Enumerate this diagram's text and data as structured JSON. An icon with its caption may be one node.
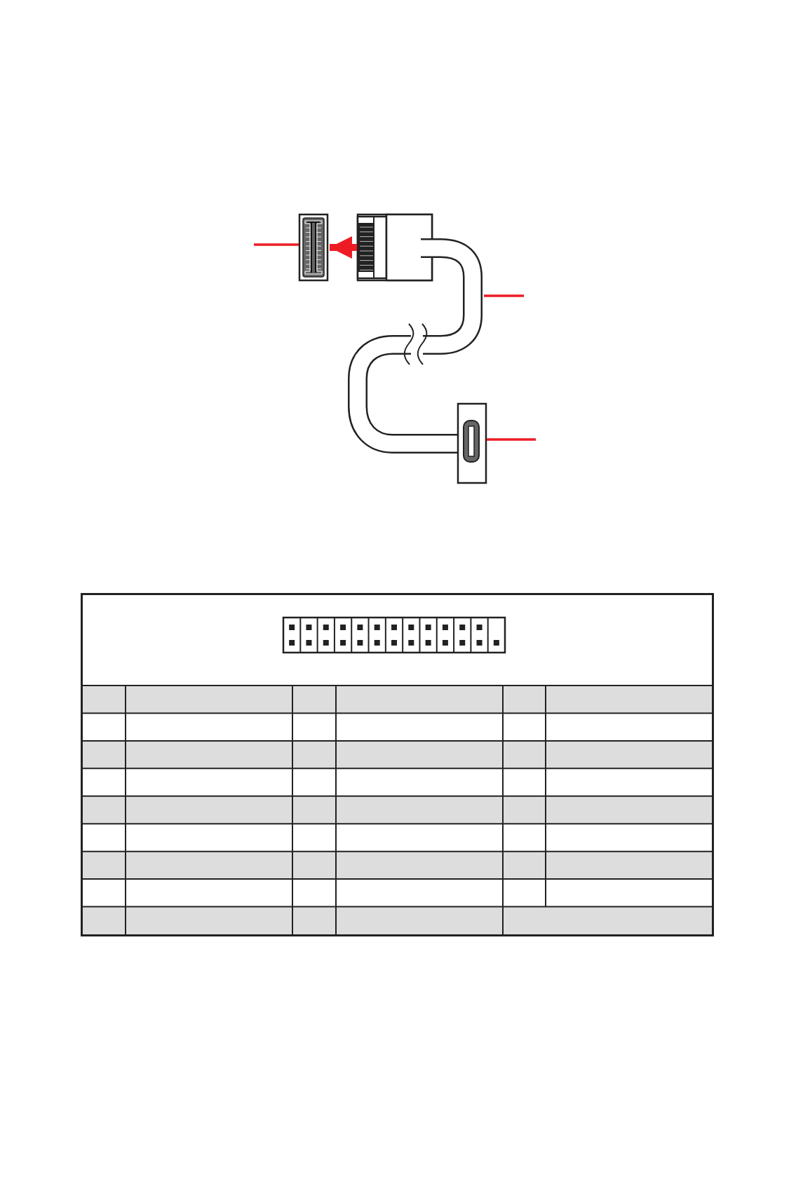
{
  "diagram": {
    "nodes": [
      {
        "text": [],
        "shape": "box"
      },
      {
        "text": [],
        "shape": "box"
      },
      {
        "text": [],
        "shape": "cable"
      },
      {
        "text": [],
        "shape": "box"
      }
    ],
    "edges": [
      {
        "from": null,
        "to": 0,
        "arrow": "none"
      },
      {
        "from": 1,
        "to": 0,
        "arrow": "to",
        "style": "thick"
      },
      {
        "from": null,
        "to": 2,
        "arrow": "none"
      },
      {
        "from": null,
        "to": 3,
        "arrow": "none"
      }
    ]
  }
}
